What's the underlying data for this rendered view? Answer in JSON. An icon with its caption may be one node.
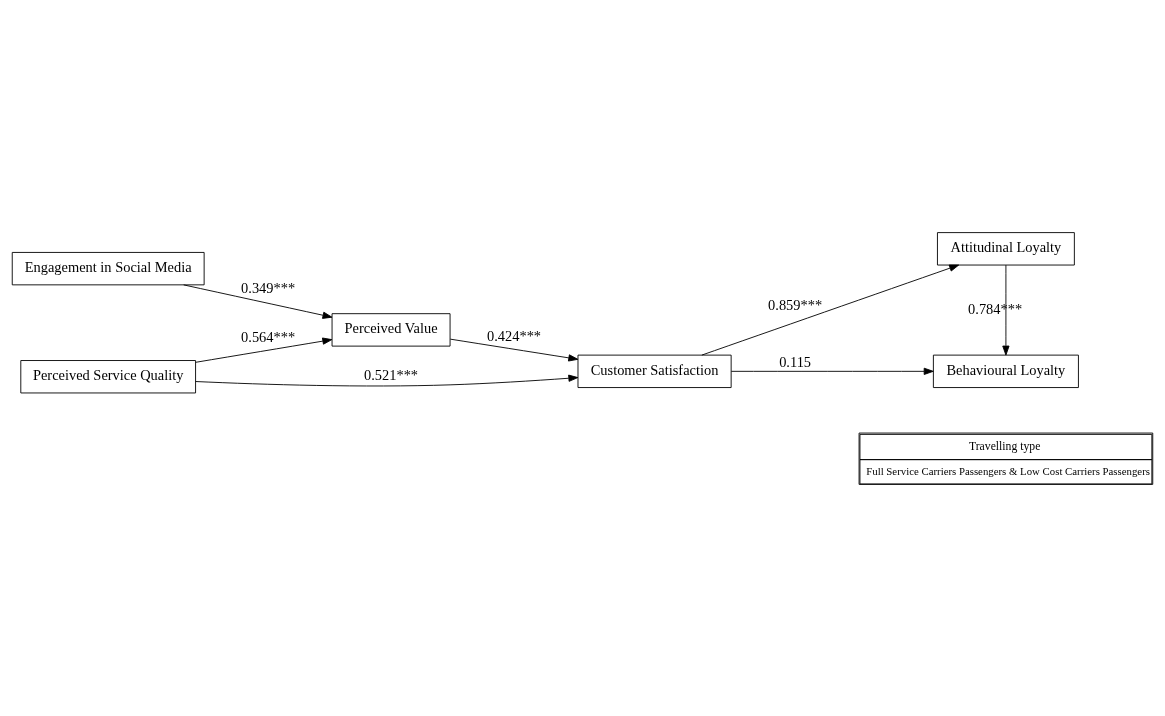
{
  "diagram": {
    "nodes": [
      {
        "text": [
          "Engagement in Social Media"
        ]
      },
      {
        "text": [
          "Perceived Value"
        ]
      },
      {
        "text": [
          "Perceived Service Quality"
        ]
      },
      {
        "text": [
          "Customer Satisfaction"
        ]
      },
      {
        "text": [
          "Attitudinal Loyalty"
        ]
      },
      {
        "text": [
          "Behavioural Loyalty"
        ]
      },
      {
        "text": [
          "Travelling type",
          "Full Service Carriers Passengers & Low Cost Carriers Passengers"
        ]
      }
    ],
    "edges": [
      {
        "from": 0,
        "to": 1,
        "arrow": "to",
        "label": "0.349***"
      },
      {
        "from": 2,
        "to": 1,
        "arrow": "to",
        "label": "0.564***"
      },
      {
        "from": 1,
        "to": 3,
        "arrow": "to",
        "label": "0.424***"
      },
      {
        "from": 2,
        "to": 3,
        "arrow": "to",
        "label": "0.521***"
      },
      {
        "from": 3,
        "to": 4,
        "arrow": "to",
        "label": "0.859***"
      },
      {
        "from": 3,
        "to": 5,
        "arrow": "to",
        "label": "0.115"
      },
      {
        "from": 4,
        "to": 5,
        "arrow": "to",
        "label": "0.784***"
      }
    ]
  }
}
